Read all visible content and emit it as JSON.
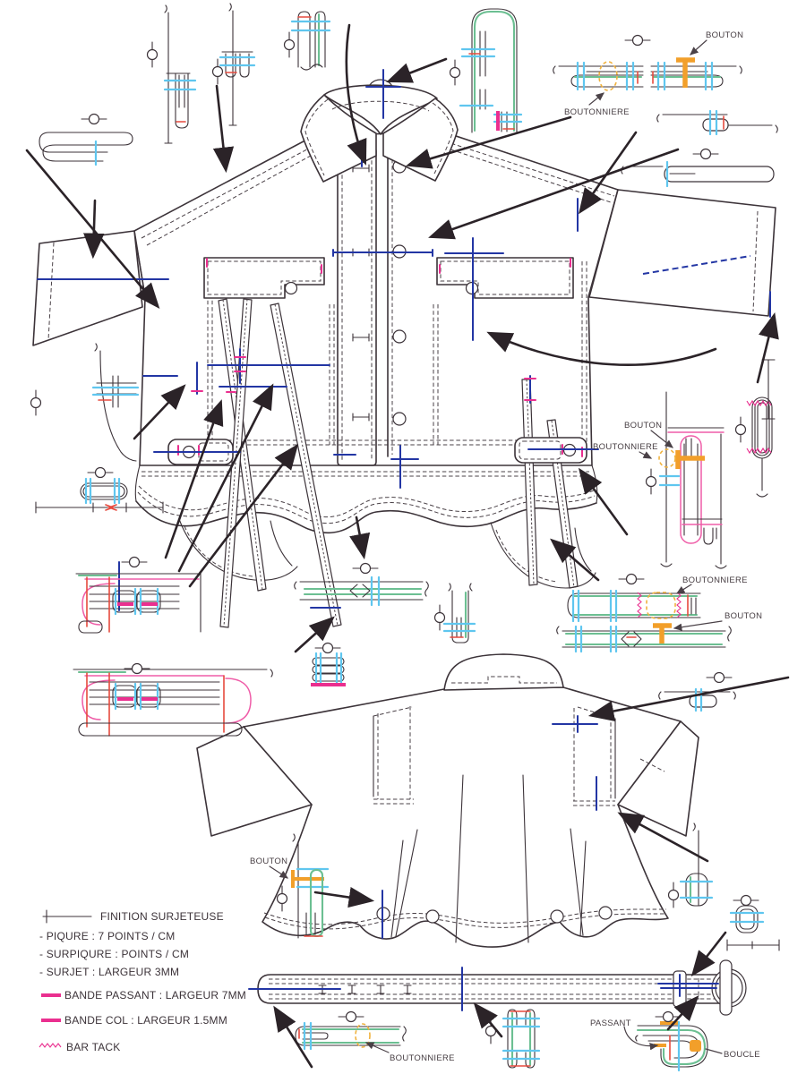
{
  "callouts": {
    "bouton_top_right": "BOUTON",
    "boutonniere_top": "BOUTONNIERE",
    "bouton_mid_right": "BOUTON",
    "boutonniere_mid_right": "BOUTONNIERE",
    "boutonniere_lower_right": "BOUTONNIERE",
    "bouton_lower_right": "BOUTON",
    "bouton_back": "BOUTON",
    "boutonniere_belt": "BOUTONNIERE",
    "passant": "PASSANT",
    "boucle": "BOUCLE"
  },
  "legend": {
    "finition_surjeteuse": "FINITION SURJETEUSE",
    "piqure": "- PIQURE :  7 POINTS / CM",
    "surpiqure": "- SURPIQURE :   POINTS / CM",
    "surjet": "- SURJET : LARGEUR 3MM",
    "bande_passant": "BANDE PASSANT :  LARGEUR 7MM",
    "bande_col": "BANDE COL :  LARGEUR  1.5MM",
    "bar_tack": "BAR TACK"
  },
  "colors": {
    "outline": "#3c3339",
    "measure_blue": "#2336a4",
    "detail_cyan": "#5fc6ef",
    "detail_green": "#6cbf92",
    "accent_orange": "#f29f2a",
    "accent_magenta": "#ea2f8f",
    "accent_red": "#e64a3e"
  }
}
